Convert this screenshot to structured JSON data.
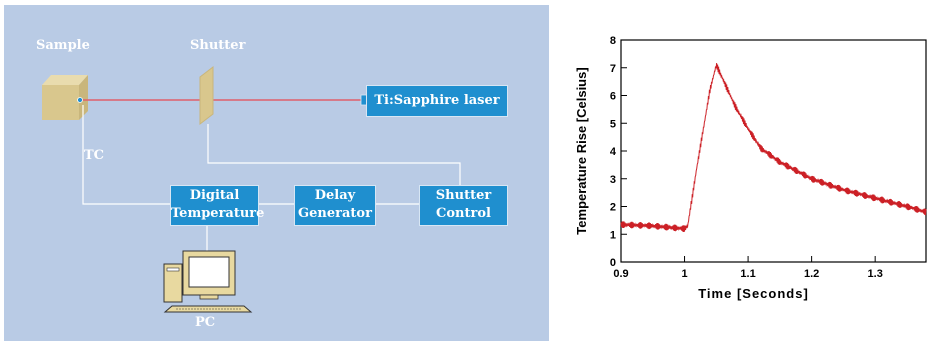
{
  "diagram": {
    "sample_label": "Sample",
    "shutter_label": "Shutter",
    "laser_label": "Ti:Sapphire laser",
    "tc_label": "TC",
    "digital_temp": [
      "Digital",
      "Temperature"
    ],
    "delay_generator": [
      "Delay",
      "Generator"
    ],
    "shutter_control": [
      "Shutter",
      "Control"
    ],
    "pc_label": "PC"
  },
  "chart_data": {
    "type": "line",
    "title": "",
    "xlabel": "Time [Seconds]",
    "ylabel": "Temperature Rise [Celsius]",
    "xlim": [
      0.9,
      1.38
    ],
    "ylim": [
      0,
      8
    ],
    "x_ticks": [
      "0.9",
      "1",
      "1.1",
      "1.2",
      "1.3"
    ],
    "x_tick_values": [
      0.9,
      1.0,
      1.1,
      1.2,
      1.3
    ],
    "y_ticks": [
      "0",
      "1",
      "2",
      "3",
      "4",
      "5",
      "6",
      "7",
      "8"
    ],
    "y_tick_values": [
      0,
      1,
      2,
      3,
      4,
      5,
      6,
      7,
      8
    ],
    "color": "#cc2026",
    "series": [
      {
        "x": [
          0.9,
          0.95,
          1.0,
          1.005,
          1.02,
          1.04,
          1.05,
          1.06,
          1.08,
          1.1,
          1.12,
          1.15,
          1.2,
          1.25,
          1.3,
          1.35,
          1.38
        ],
        "values": [
          1.35,
          1.3,
          1.2,
          1.3,
          3.5,
          6.2,
          7.1,
          6.6,
          5.6,
          4.8,
          4.1,
          3.6,
          3.0,
          2.6,
          2.3,
          2.0,
          1.8
        ]
      }
    ]
  }
}
